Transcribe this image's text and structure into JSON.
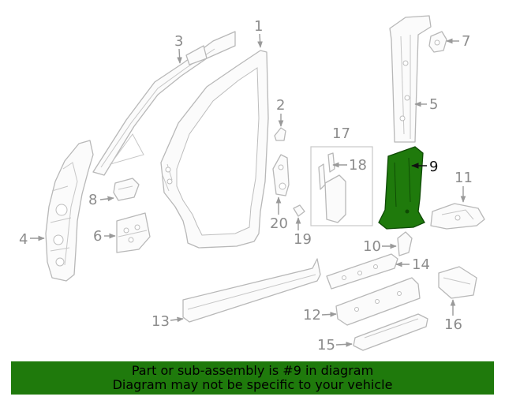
{
  "diagram": {
    "callouts": [
      {
        "number": "1"
      },
      {
        "number": "2"
      },
      {
        "number": "3"
      },
      {
        "number": "4"
      },
      {
        "number": "5"
      },
      {
        "number": "6"
      },
      {
        "number": "7"
      },
      {
        "number": "8"
      },
      {
        "number": "9"
      },
      {
        "number": "10"
      },
      {
        "number": "11"
      },
      {
        "number": "12"
      },
      {
        "number": "13"
      },
      {
        "number": "14"
      },
      {
        "number": "15"
      },
      {
        "number": "16"
      },
      {
        "number": "17"
      },
      {
        "number": "18"
      },
      {
        "number": "19"
      },
      {
        "number": "20"
      }
    ],
    "highlighted_part": "9",
    "highlight_color": "#1f7a0c",
    "line_color": "#b8b8b8"
  },
  "banner": {
    "line1": "Part or sub-assembly is #9 in diagram",
    "line2": "Diagram may not be specific to your vehicle",
    "background": "#1f7a0c"
  }
}
